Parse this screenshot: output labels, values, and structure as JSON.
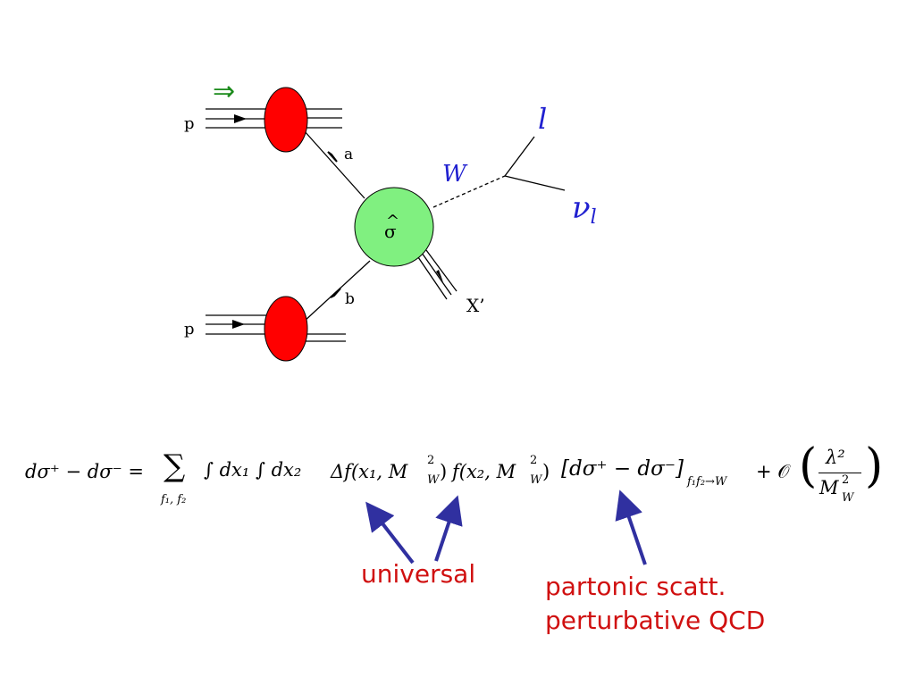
{
  "diagram": {
    "proton_top_label": "p",
    "proton_bottom_label": "p",
    "polarization_arrow": "⇒",
    "parton_a_label": "a",
    "parton_b_label": "b",
    "hard_process_label": "σ",
    "hard_process_hat": "^",
    "boson_label": "W",
    "lepton_label": "l",
    "neutrino_label": "ν",
    "neutrino_subscript": "l",
    "remnant_label": "X’",
    "colors": {
      "proton_blob": "#ff0000",
      "hard_blob": "#80f080",
      "polarization_arrow": "#1a8a1a",
      "boson_labels": "#2020d0"
    }
  },
  "equation": {
    "lhs": "dσ⁺ − dσ⁻  =",
    "sum": "∑",
    "sum_sub": "f₁, f₂",
    "integrals": "∫ dx₁ ∫ dx₂",
    "pdf1": "Δf(x₁, M",
    "pdf2": "f(x₂, M",
    "sup2": "2",
    "subW": "W",
    "close": ")",
    "bracket": "[dσ⁺ − dσ⁻]",
    "bracket_sub": "f₁f₂→W",
    "order": "+ 𝒪",
    "frac_num": "λ²",
    "frac_den": "M",
    "paren_open": "(",
    "paren_close": ")"
  },
  "annotations": {
    "universal": "universal",
    "partonic_line1": "partonic scatt.",
    "partonic_line2": "perturbative QCD",
    "text_color": "#d01010",
    "arrow_color": "#3030a0"
  }
}
